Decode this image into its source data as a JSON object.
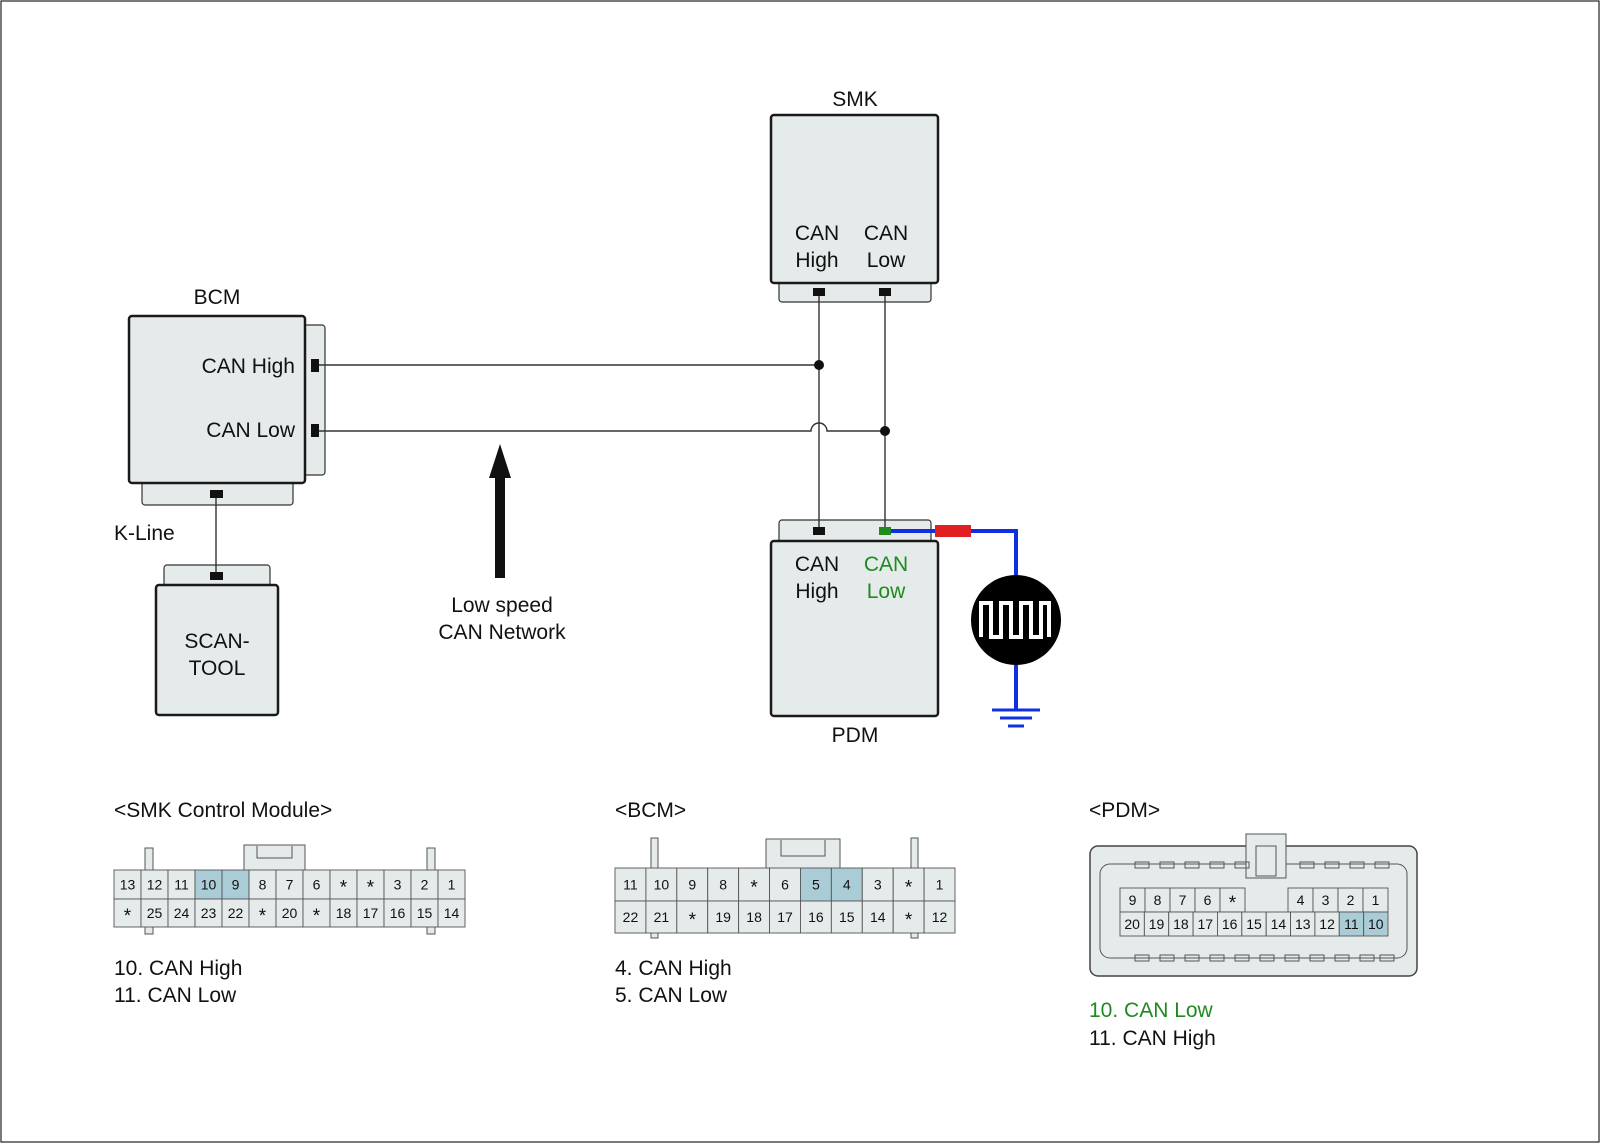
{
  "colors": {
    "module_fill": "#e4ebea",
    "highlight_pin": "#a9ccd6",
    "probe_wire": "#1030e0",
    "probe_tip": "#e02020",
    "green_text": "#1f8a1f",
    "ground": "#1030e0"
  },
  "modules": {
    "smk": {
      "title": "SMK",
      "pin_a": [
        "CAN",
        "High"
      ],
      "pin_b": [
        "CAN",
        "Low"
      ]
    },
    "bcm": {
      "title": "BCM",
      "pin_a": "CAN High",
      "pin_b": "CAN Low"
    },
    "pdm": {
      "title": "PDM",
      "pin_a": [
        "CAN",
        "High"
      ],
      "pin_b": [
        "CAN",
        "Low"
      ]
    },
    "scan_tool": {
      "title": [
        "SCAN-",
        "TOOL"
      ]
    }
  },
  "labels": {
    "k_line": "K-Line",
    "network": [
      "Low speed",
      "CAN Network"
    ]
  },
  "icons": {
    "oscilloscope": "square-wave-icon",
    "ground": "ground-symbol-icon",
    "arrow": "up-arrow-icon"
  },
  "connectors": {
    "smk": {
      "title": "<SMK Control Module>",
      "top_row": [
        "13",
        "12",
        "11",
        "10",
        "9",
        "8",
        "7",
        "6",
        "*",
        "*",
        "3",
        "2",
        "1"
      ],
      "bottom_row": [
        "*",
        "25",
        "24",
        "23",
        "22",
        "*",
        "20",
        "*",
        "18",
        "17",
        "16",
        "15",
        "14"
      ],
      "highlighted": [
        "10",
        "9"
      ],
      "legend": [
        "10. CAN High",
        "11. CAN Low"
      ]
    },
    "bcm": {
      "title": "<BCM>",
      "top_row": [
        "11",
        "10",
        "9",
        "8",
        "*",
        "6",
        "5",
        "4",
        "3",
        "*",
        "1"
      ],
      "bottom_row": [
        "22",
        "21",
        "*",
        "19",
        "18",
        "17",
        "16",
        "15",
        "14",
        "*",
        "12"
      ],
      "highlighted": [
        "5",
        "4"
      ],
      "legend": [
        "4. CAN High",
        "5. CAN Low"
      ]
    },
    "pdm": {
      "title": "<PDM>",
      "top_row": [
        "9",
        "8",
        "7",
        "6",
        "*",
        "",
        "4",
        "3",
        "2",
        "1"
      ],
      "bottom_row": [
        "20",
        "19",
        "18",
        "17",
        "16",
        "15",
        "14",
        "13",
        "12",
        "11",
        "10"
      ],
      "highlighted": [
        "11",
        "10"
      ],
      "legend": [
        "10. CAN Low",
        "11. CAN High"
      ]
    }
  }
}
